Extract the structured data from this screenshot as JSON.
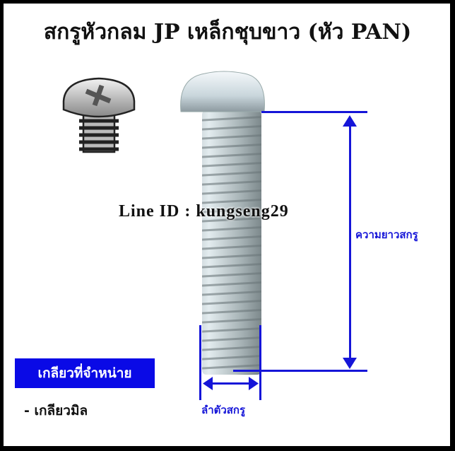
{
  "title": "สกรูหัวกลม JP เหล็กชุบขาว (หัว PAN)",
  "watermark": "Line ID : kungseng29",
  "dimensions": {
    "length_label": "ความยาวสกรู",
    "diameter_label": "ลำตัวสกรู"
  },
  "thread_section": {
    "heading": "เกลียวที่จำหน่าย",
    "items": [
      "- เกลียวมิล"
    ]
  },
  "colors": {
    "accent": "#1515d8",
    "badge": "#0a0ae6"
  }
}
